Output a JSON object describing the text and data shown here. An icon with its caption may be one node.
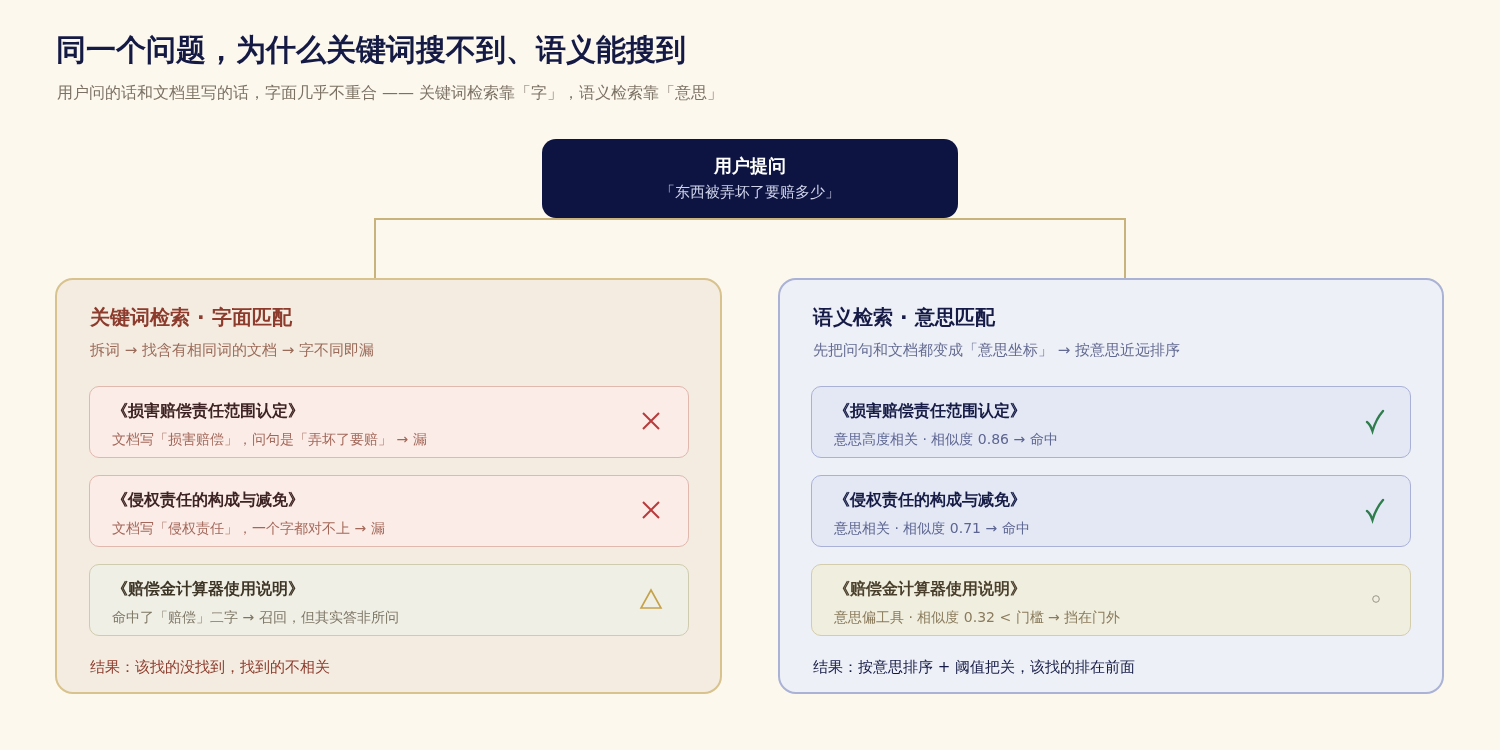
{
  "diagram": {
    "title": "同一个问题，为什么关键词搜不到、语义能搜到",
    "nodes": [
      {
        "text": [
          "用户提问",
          "「东西被弄坏了要赔多少」"
        ]
      },
      {
        "text": [
          "关键词检索 · 字面匹配",
          "拆词 → 找含有相同词的文档 → 字不同即漏",
          "结果：该找的没找到，找到的不相关"
        ]
      },
      {
        "text": [
          "《损害赔偿责任范围认定》",
          "文档写「损害赔偿」，问句是「弄坏了要赔」 → 漏"
        ],
        "in": 1
      },
      {
        "text": [
          "《侵权责任的构成与减免》",
          "文档写「侵权责任」，一个字都对不上 → 漏"
        ],
        "in": 1
      },
      {
        "text": [
          "《赔偿金计算器使用说明》",
          "命中了「赔偿」二字 → 召回，但其实答非所问"
        ],
        "in": 1
      },
      {
        "text": [
          "语义检索 · 意思匹配",
          "先把问句和文档都变成「意思坐标」 → 按意思近远排序",
          "结果：按意思排序 + 阈值把关，该找的排在前面"
        ]
      },
      {
        "text": [
          "《损害赔偿责任范围认定》",
          "意思高度相关 · 相似度 0.86 → 命中"
        ],
        "in": 5
      },
      {
        "text": [
          "《侵权责任的构成与减免》",
          "意思相关 · 相似度 0.71 → 命中"
        ],
        "in": 5
      },
      {
        "text": [
          "《赔偿金计算器使用说明》",
          "意思偏工具 · 相似度 0.32 < 门槛 → 挡在门外"
        ],
        "in": 5
      }
    ],
    "edges": [
      {
        "from": 0,
        "to": 1,
        "arrow": "none"
      },
      {
        "from": 0,
        "to": 5,
        "arrow": "none"
      }
    ],
    "labels": [
      "用户问的话和文档里写的话，字面几乎不重合 —— 关键词检索靠「字」，语义检索靠「意思」"
    ]
  }
}
